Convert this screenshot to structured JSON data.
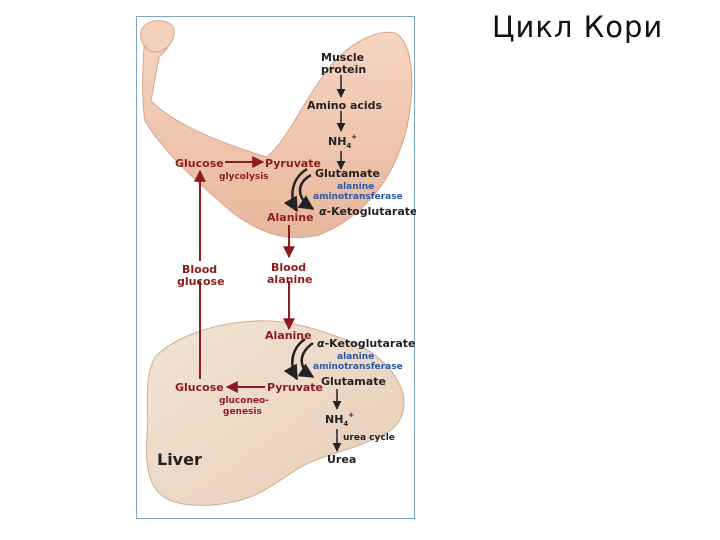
{
  "slide": {
    "title": "Цикл Кори"
  },
  "diagram": {
    "muscle": {
      "muscle_protein": [
        "Muscle",
        "protein"
      ],
      "amino_acids": "Amino acids",
      "nh4": "NH",
      "nh4_sub": "4",
      "nh4_sup": "+",
      "glucose": "Glucose",
      "glycolysis": "glycolysis",
      "pyruvate": "Pyruvate",
      "glutamate": "Glutamate",
      "enzyme": [
        "alanine",
        "aminotransferase"
      ],
      "alanine": "Alanine",
      "alpha": "α",
      "ketoglutarate": "-Ketoglutarate"
    },
    "blood": {
      "blood_glucose": [
        "Blood",
        "glucose"
      ],
      "blood_alanine": [
        "Blood",
        "alanine"
      ]
    },
    "liver": {
      "label": "Liver",
      "alanine": "Alanine",
      "alpha": "α",
      "ketoglutarate": "-Ketoglutarate",
      "enzyme": [
        "alanine",
        "aminotransferase"
      ],
      "glucose": "Glucose",
      "pyruvate": "Pyruvate",
      "glutamate": "Glutamate",
      "gluconeogenesis": [
        "gluconeo-",
        "genesis"
      ],
      "nh4": "NH",
      "nh4_sub": "4",
      "nh4_sup": "+",
      "urea_cycle": "urea cycle",
      "urea": "Urea"
    },
    "colors": {
      "frame": "#7da7c9",
      "arrow": "#8e1c1c",
      "red_label": "#8e1c1c",
      "enzyme_blue": "#2a5ba8",
      "dark_label": "#222222",
      "skin": "#f2c8b0",
      "liver": "#efdccb"
    }
  }
}
